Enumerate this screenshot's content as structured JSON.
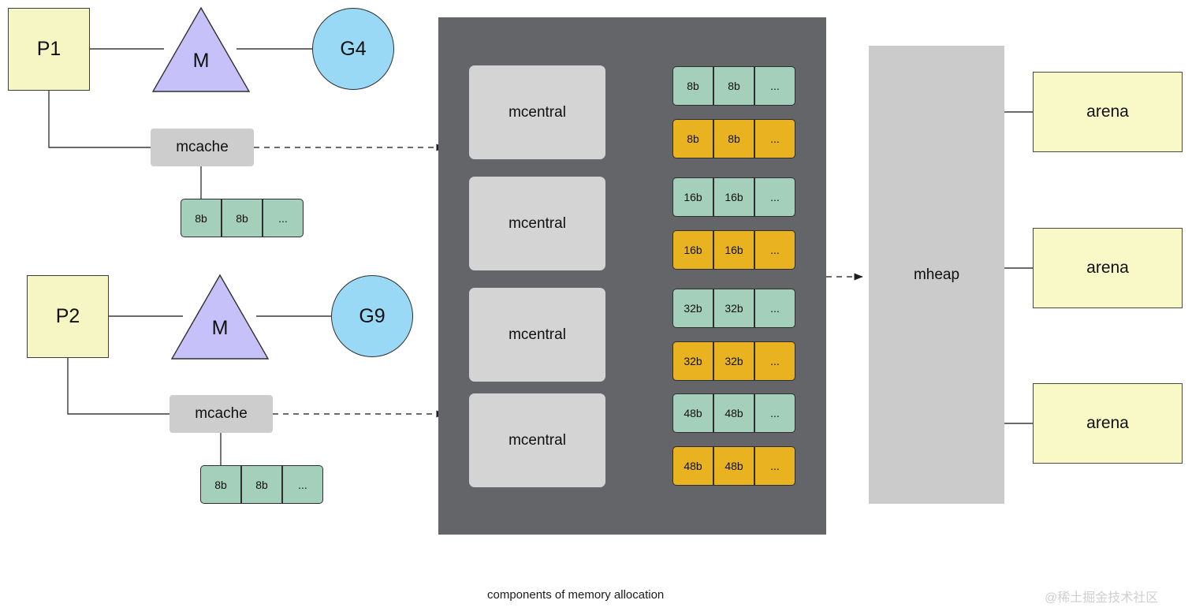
{
  "diagram": {
    "caption": "components of memory allocation",
    "watermark": "@稀土掘金技术社区",
    "colors": {
      "p_box": "#f6f6c4",
      "m_triangle": "#c6c1f8",
      "g_circle": "#9ad9f5",
      "mcache": "#cdcdcd",
      "panel": "#646568",
      "mcentral": "#d4d4d4",
      "mheap": "#cbcbcb",
      "arena": "#f9f9c8",
      "span_green": "#a4cfbb",
      "span_orange": "#e9b221",
      "stroke": "#2e2e2e"
    }
  },
  "processors": [
    {
      "p_label": "P1",
      "m_label": "M",
      "g_label": "G4",
      "mcache_label": "mcache",
      "mcache_spans": [
        "8b",
        "8b",
        "..."
      ]
    },
    {
      "p_label": "P2",
      "m_label": "M",
      "g_label": "G9",
      "mcache_label": "mcache",
      "mcache_spans": [
        "8b",
        "8b",
        "..."
      ]
    }
  ],
  "mcentrals": [
    {
      "label": "mcentral",
      "nonempty_list": [
        "8b",
        "8b",
        "..."
      ],
      "empty_list": [
        "8b",
        "8b",
        "..."
      ]
    },
    {
      "label": "mcentral",
      "nonempty_list": [
        "16b",
        "16b",
        "..."
      ],
      "empty_list": [
        "16b",
        "16b",
        "..."
      ]
    },
    {
      "label": "mcentral",
      "nonempty_list": [
        "32b",
        "32b",
        "..."
      ],
      "empty_list": [
        "32b",
        "32b",
        "..."
      ]
    },
    {
      "label": "mcentral",
      "nonempty_list": [
        "48b",
        "48b",
        "..."
      ],
      "empty_list": [
        "48b",
        "48b",
        "..."
      ]
    }
  ],
  "heap": {
    "mheap_label": "mheap",
    "arenas": [
      "arena",
      "arena",
      "arena"
    ]
  }
}
